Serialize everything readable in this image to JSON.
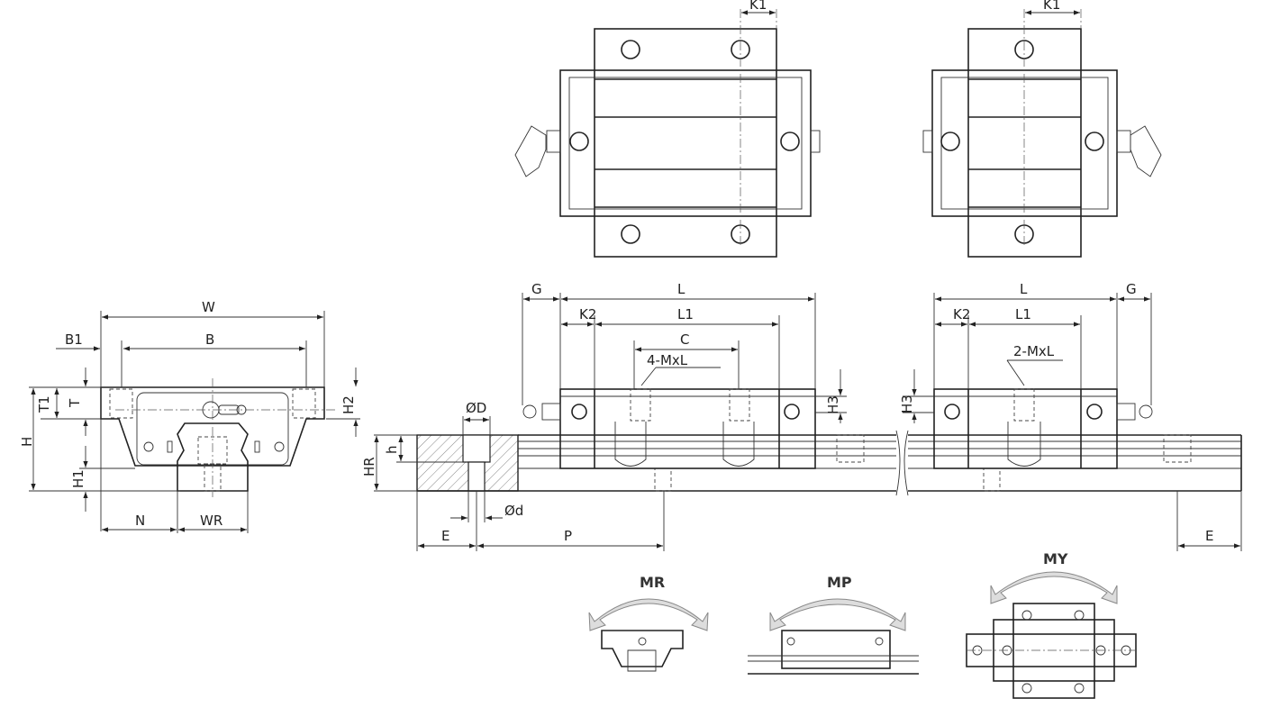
{
  "cross_section": {
    "W": "W",
    "B1": "B1",
    "B": "B",
    "T1": "T1",
    "T": "T",
    "H": "H",
    "H1": "H1",
    "H2": "H2",
    "N": "N",
    "WR": "WR"
  },
  "top_view_left": {
    "K1": "K1"
  },
  "top_view_right": {
    "K1": "K1"
  },
  "side_view": {
    "G_left": "G",
    "L_left": "L",
    "K2_left": "K2",
    "L1_left": "L1",
    "C": "C",
    "mxl_left": "4-MxL",
    "H3_left": "H3",
    "phiD": "ØD",
    "h": "h",
    "HR": "HR",
    "phid": "Ød",
    "E_left": "E",
    "P": "P",
    "L_right": "L",
    "K2_right": "K2",
    "L1_right": "L1",
    "mxl_right": "2-MxL",
    "G_right": "G",
    "H3_right": "H3",
    "E_right": "E"
  },
  "moments": {
    "MR": "MR",
    "MP": "MP",
    "MY": "MY"
  }
}
